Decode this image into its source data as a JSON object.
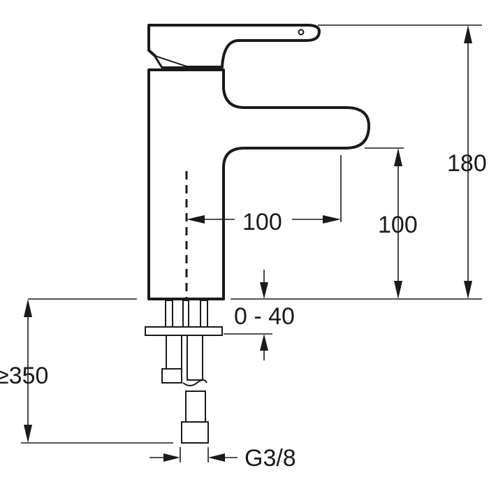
{
  "drawing": {
    "dimensions": {
      "total_height": "180",
      "spout_height": "100",
      "spout_reach": "100",
      "deck_thickness": "0 - 40",
      "hose_length": "≥350",
      "connection": "G3/8"
    }
  }
}
